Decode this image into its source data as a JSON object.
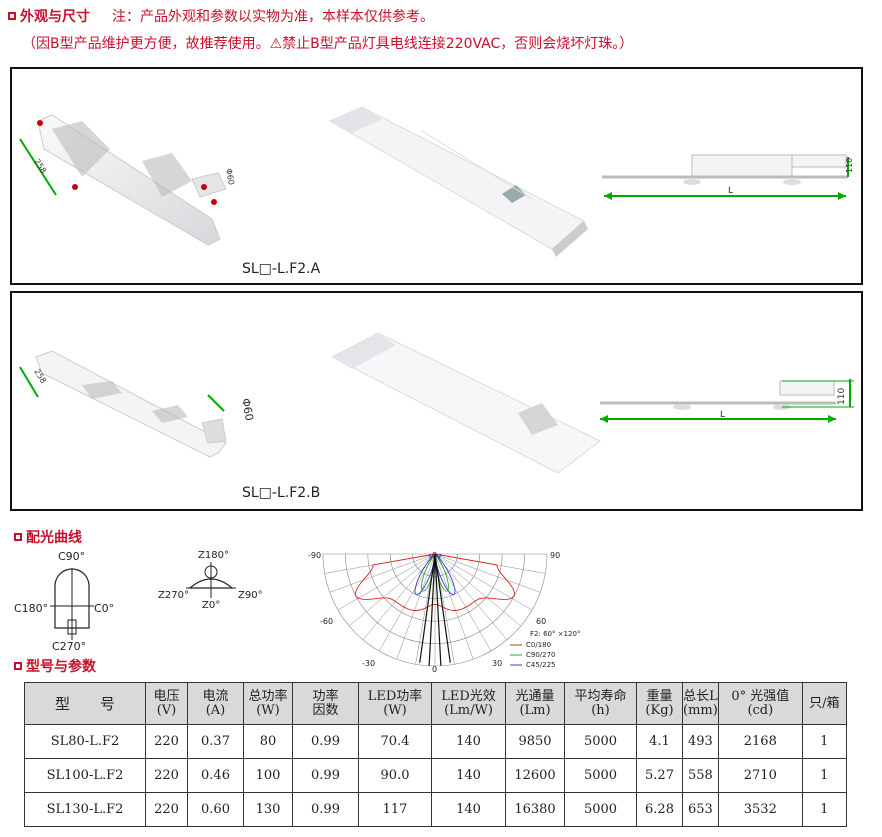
{
  "header": {
    "section1_title": "外观与尺寸",
    "note_line1": "注：产品外观和参数以实物为准，本样本仅供参考。",
    "note_line2": "（因B型产品维护更方便，故推荐使用。⚠禁止B型产品灯具电线连接220VAC，否则会烧坏灯珠。）"
  },
  "panels": [
    {
      "model": "SL□-L.F2.A",
      "dim_width": "258",
      "dim_pipe": "Φ60",
      "dim_height": "110",
      "dim_length": "L"
    },
    {
      "model": "SL□-L.F2.B",
      "dim_width": "258",
      "dim_pipe": "Φ60",
      "dim_height": "110",
      "dim_length": "L"
    }
  ],
  "light_curve": {
    "title": "配光曲线",
    "diagram1": {
      "top": "C90°",
      "left": "C180°",
      "right": "C0°",
      "bottom": "C270°"
    },
    "diagram2": {
      "top": "Z180°",
      "left": "Z270°",
      "right": "Z90°",
      "bottom": "Z0°"
    },
    "polar": {
      "angle_labels": [
        "-90",
        "0",
        "90",
        "-60",
        "60",
        "-30",
        "30",
        "0"
      ],
      "caption": "F2: 60° ×120°",
      "legend": [
        {
          "name": "C0/180",
          "color": "#d22"
        },
        {
          "name": "C90/270",
          "color": "#3a3"
        },
        {
          "name": "C45/225",
          "color": "#34c"
        }
      ],
      "series_colors": {
        "c0": "#d22",
        "c90": "#3a3",
        "c45": "#34c",
        "z": "#111"
      }
    }
  },
  "params": {
    "title": "型号与参数",
    "headers": [
      [
        "型　　号"
      ],
      [
        "电压",
        "(V)"
      ],
      [
        "电流",
        "(A)"
      ],
      [
        "总功率",
        "(W)"
      ],
      [
        "功率",
        "因数"
      ],
      [
        "LED功率",
        "(W)"
      ],
      [
        "LED光效",
        "(Lm/W)"
      ],
      [
        "光通量",
        "(Lm)"
      ],
      [
        "平均寿命",
        "(h)"
      ],
      [
        "重量",
        "(Kg)"
      ],
      [
        "总长L",
        "(mm)"
      ],
      [
        "0° 光强值",
        "(cd)"
      ],
      [
        "只/箱"
      ]
    ],
    "rows": [
      [
        "SL80-L.F2",
        "220",
        "0.37",
        "80",
        "0.99",
        "70.4",
        "140",
        "9850",
        "5000",
        "4.1",
        "493",
        "2168",
        "1"
      ],
      [
        "SL100-L.F2",
        "220",
        "0.46",
        "100",
        "0.99",
        "90.0",
        "140",
        "12600",
        "5000",
        "5.27",
        "558",
        "2710",
        "1"
      ],
      [
        "SL130-L.F2",
        "220",
        "0.60",
        "130",
        "0.99",
        "117",
        "140",
        "16380",
        "5000",
        "6.28",
        "653",
        "3532",
        "1"
      ]
    ]
  }
}
